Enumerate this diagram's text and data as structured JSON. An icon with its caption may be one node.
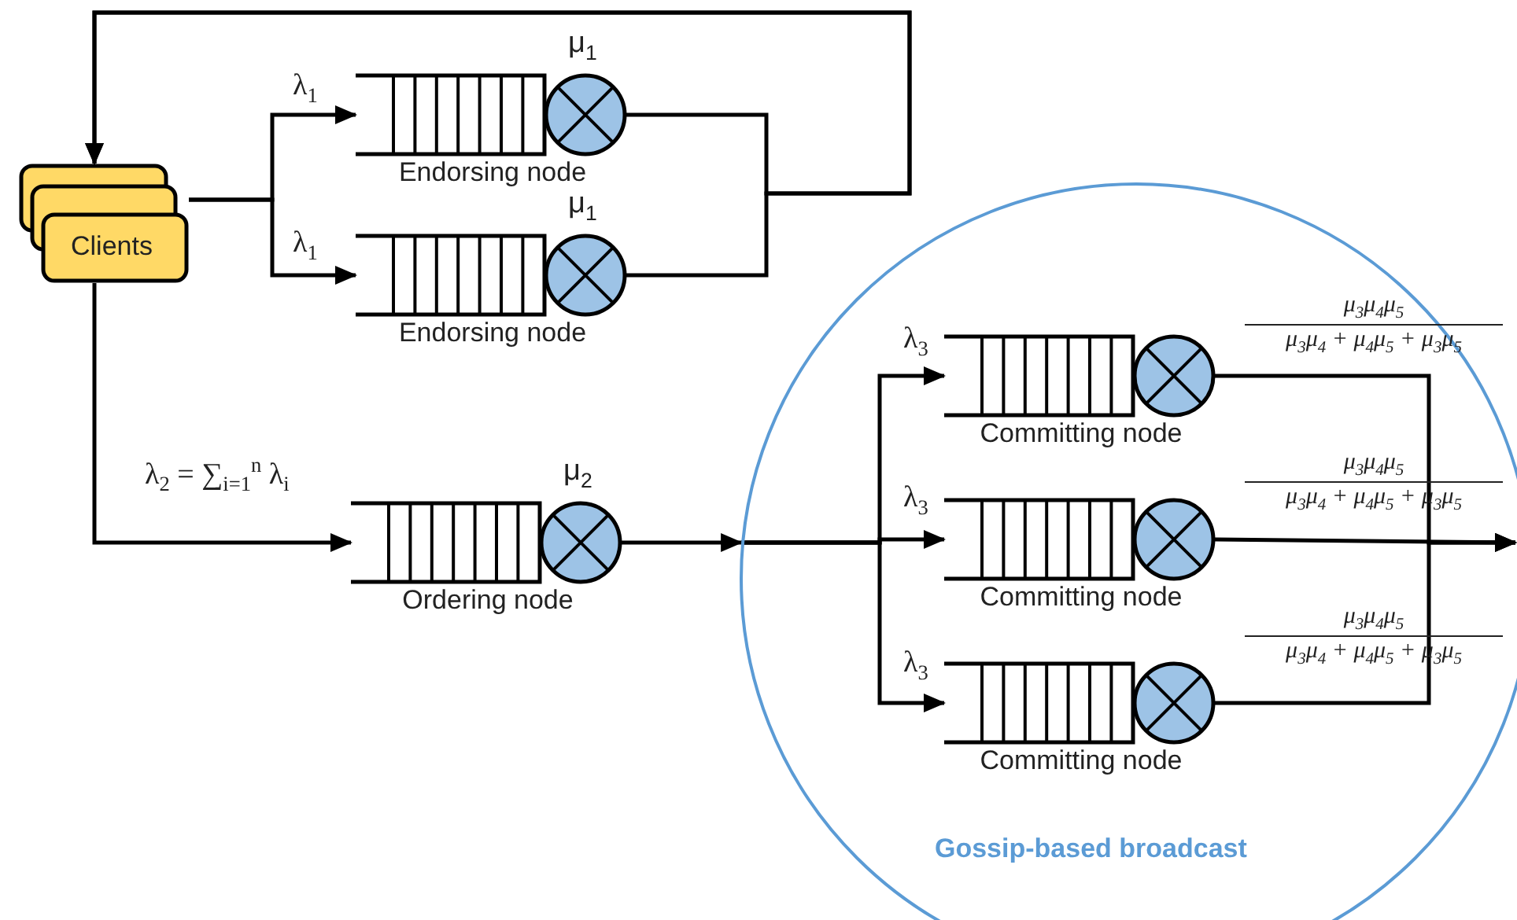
{
  "diagram": {
    "nodes": [
      {
        "text": [
          "Clients"
        ]
      },
      {
        "text": [
          "Endorsing node"
        ],
        "beside": [
          "μ$_{1}$"
        ]
      },
      {
        "text": [
          "Endorsing node"
        ],
        "beside": [
          "μ$_{1}$"
        ]
      },
      {
        "text": [
          "Ordering node"
        ],
        "beside": [
          "μ$_{2}$"
        ]
      },
      {
        "text": [
          "Gossip-based broadcast"
        ]
      },
      {
        "text": [
          "Committing node"
        ],
        "in": 4
      },
      {
        "text": [
          "Committing node"
        ],
        "in": 4
      },
      {
        "text": [
          "Committing node"
        ],
        "in": 4
      }
    ],
    "edges": [
      {
        "from": 0,
        "to": 1,
        "arrow": "to",
        "label": "λ$_{1}$"
      },
      {
        "from": 0,
        "to": 2,
        "arrow": "to",
        "label": "λ$_{1}$"
      },
      {
        "from": 1,
        "to": 0,
        "arrow": "to"
      },
      {
        "from": 2,
        "to": 0,
        "arrow": "to"
      },
      {
        "from": 0,
        "to": 3,
        "arrow": "to",
        "label": "λ$_{2}$ = ∑$_{i=1}$$^{n}$ λ$_{i}$"
      },
      {
        "from": 3,
        "to": 4,
        "arrow": "to"
      },
      {
        "from": 4,
        "to": 5,
        "arrow": "to",
        "label": "λ$_{3}$"
      },
      {
        "from": 4,
        "to": 6,
        "arrow": "to",
        "label": "λ$_{3}$"
      },
      {
        "from": 4,
        "to": 7,
        "arrow": "to",
        "label": "λ$_{3}$"
      },
      {
        "from": 5,
        "to": null,
        "arrow": "to"
      },
      {
        "from": 6,
        "to": null,
        "arrow": "to"
      },
      {
        "from": 7,
        "to": null,
        "arrow": "to"
      }
    ],
    "labels": [
      "μ$_{3}$μ$_{4}$μ$_{5}$",
      "μ$_{3}$μ$_{4}$ + μ$_{4}$μ$_{5}$ + μ$_{3}$μ$_{5}$",
      "μ$_{3}$μ$_{4}$μ$_{5}$",
      "μ$_{3}$μ$_{4}$ + μ$_{4}$μ$_{5}$ + μ$_{3}$μ$_{5}$",
      "μ$_{3}$μ$_{4}$μ$_{5}$",
      "μ$_{3}$μ$_{4}$ + μ$_{4}$μ$_{5}$ + μ$_{3}$μ$_{5}$"
    ]
  }
}
